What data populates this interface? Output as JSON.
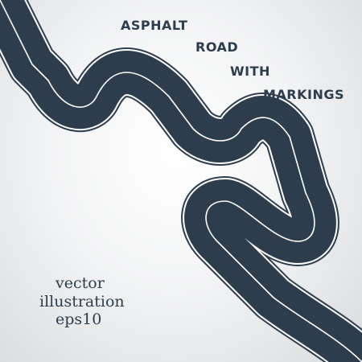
{
  "title_lines": [
    "ASPHALT",
    "ROAD",
    "WITH",
    "MARKINGS"
  ],
  "caption_lines": [
    "vector",
    "illustration",
    "eps10"
  ],
  "colors": {
    "road": "#2e3d4e",
    "marking": "#ffffff",
    "text": "#2e3d4e",
    "background_center": "#ffffff",
    "background_edge": "#d9dbde"
  }
}
